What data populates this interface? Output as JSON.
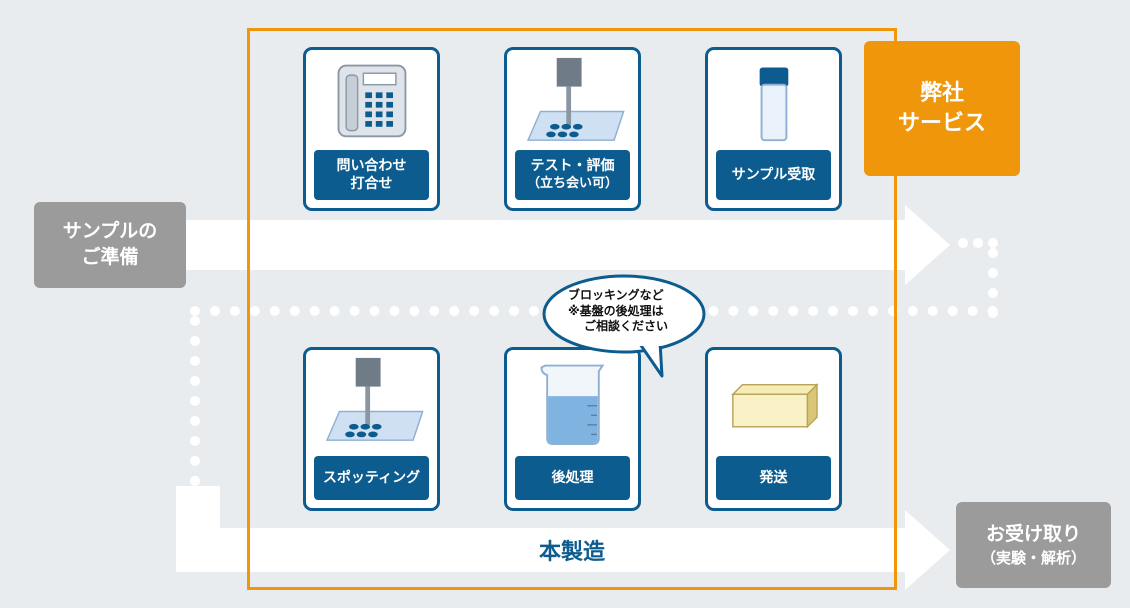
{
  "prep_box": {
    "line1": "サンプルの",
    "line2": "ご準備"
  },
  "service_box": {
    "line1": "弊社",
    "line2": "サービス"
  },
  "receive_box": {
    "line1": "お受け取り",
    "line2": "（実験・解析）"
  },
  "main_title": "本製造",
  "speech_bubble": {
    "line1": "ブロッキングなど",
    "line2": "※基盤の後処理は",
    "line3": "ご相談ください"
  },
  "cards": [
    {
      "line1": "問い合わせ",
      "line2": "打合せ",
      "icon": "phone-icon"
    },
    {
      "line1": "テスト・評価",
      "line2": "（立ち会い可）",
      "icon": "spotting-device-icon"
    },
    {
      "line1": "サンプル受取",
      "icon": "sample-tube-icon"
    },
    {
      "line1": "スポッティング",
      "icon": "spotting-device-icon"
    },
    {
      "line1": "後処理",
      "icon": "beaker-icon"
    },
    {
      "line1": "発送",
      "icon": "shipping-box-icon"
    }
  ],
  "colors": {
    "accent_orange": "#f0960a",
    "card_blue": "#0d5c8f",
    "gray_box": "#9b9b9b",
    "background": "#e9ecef"
  }
}
